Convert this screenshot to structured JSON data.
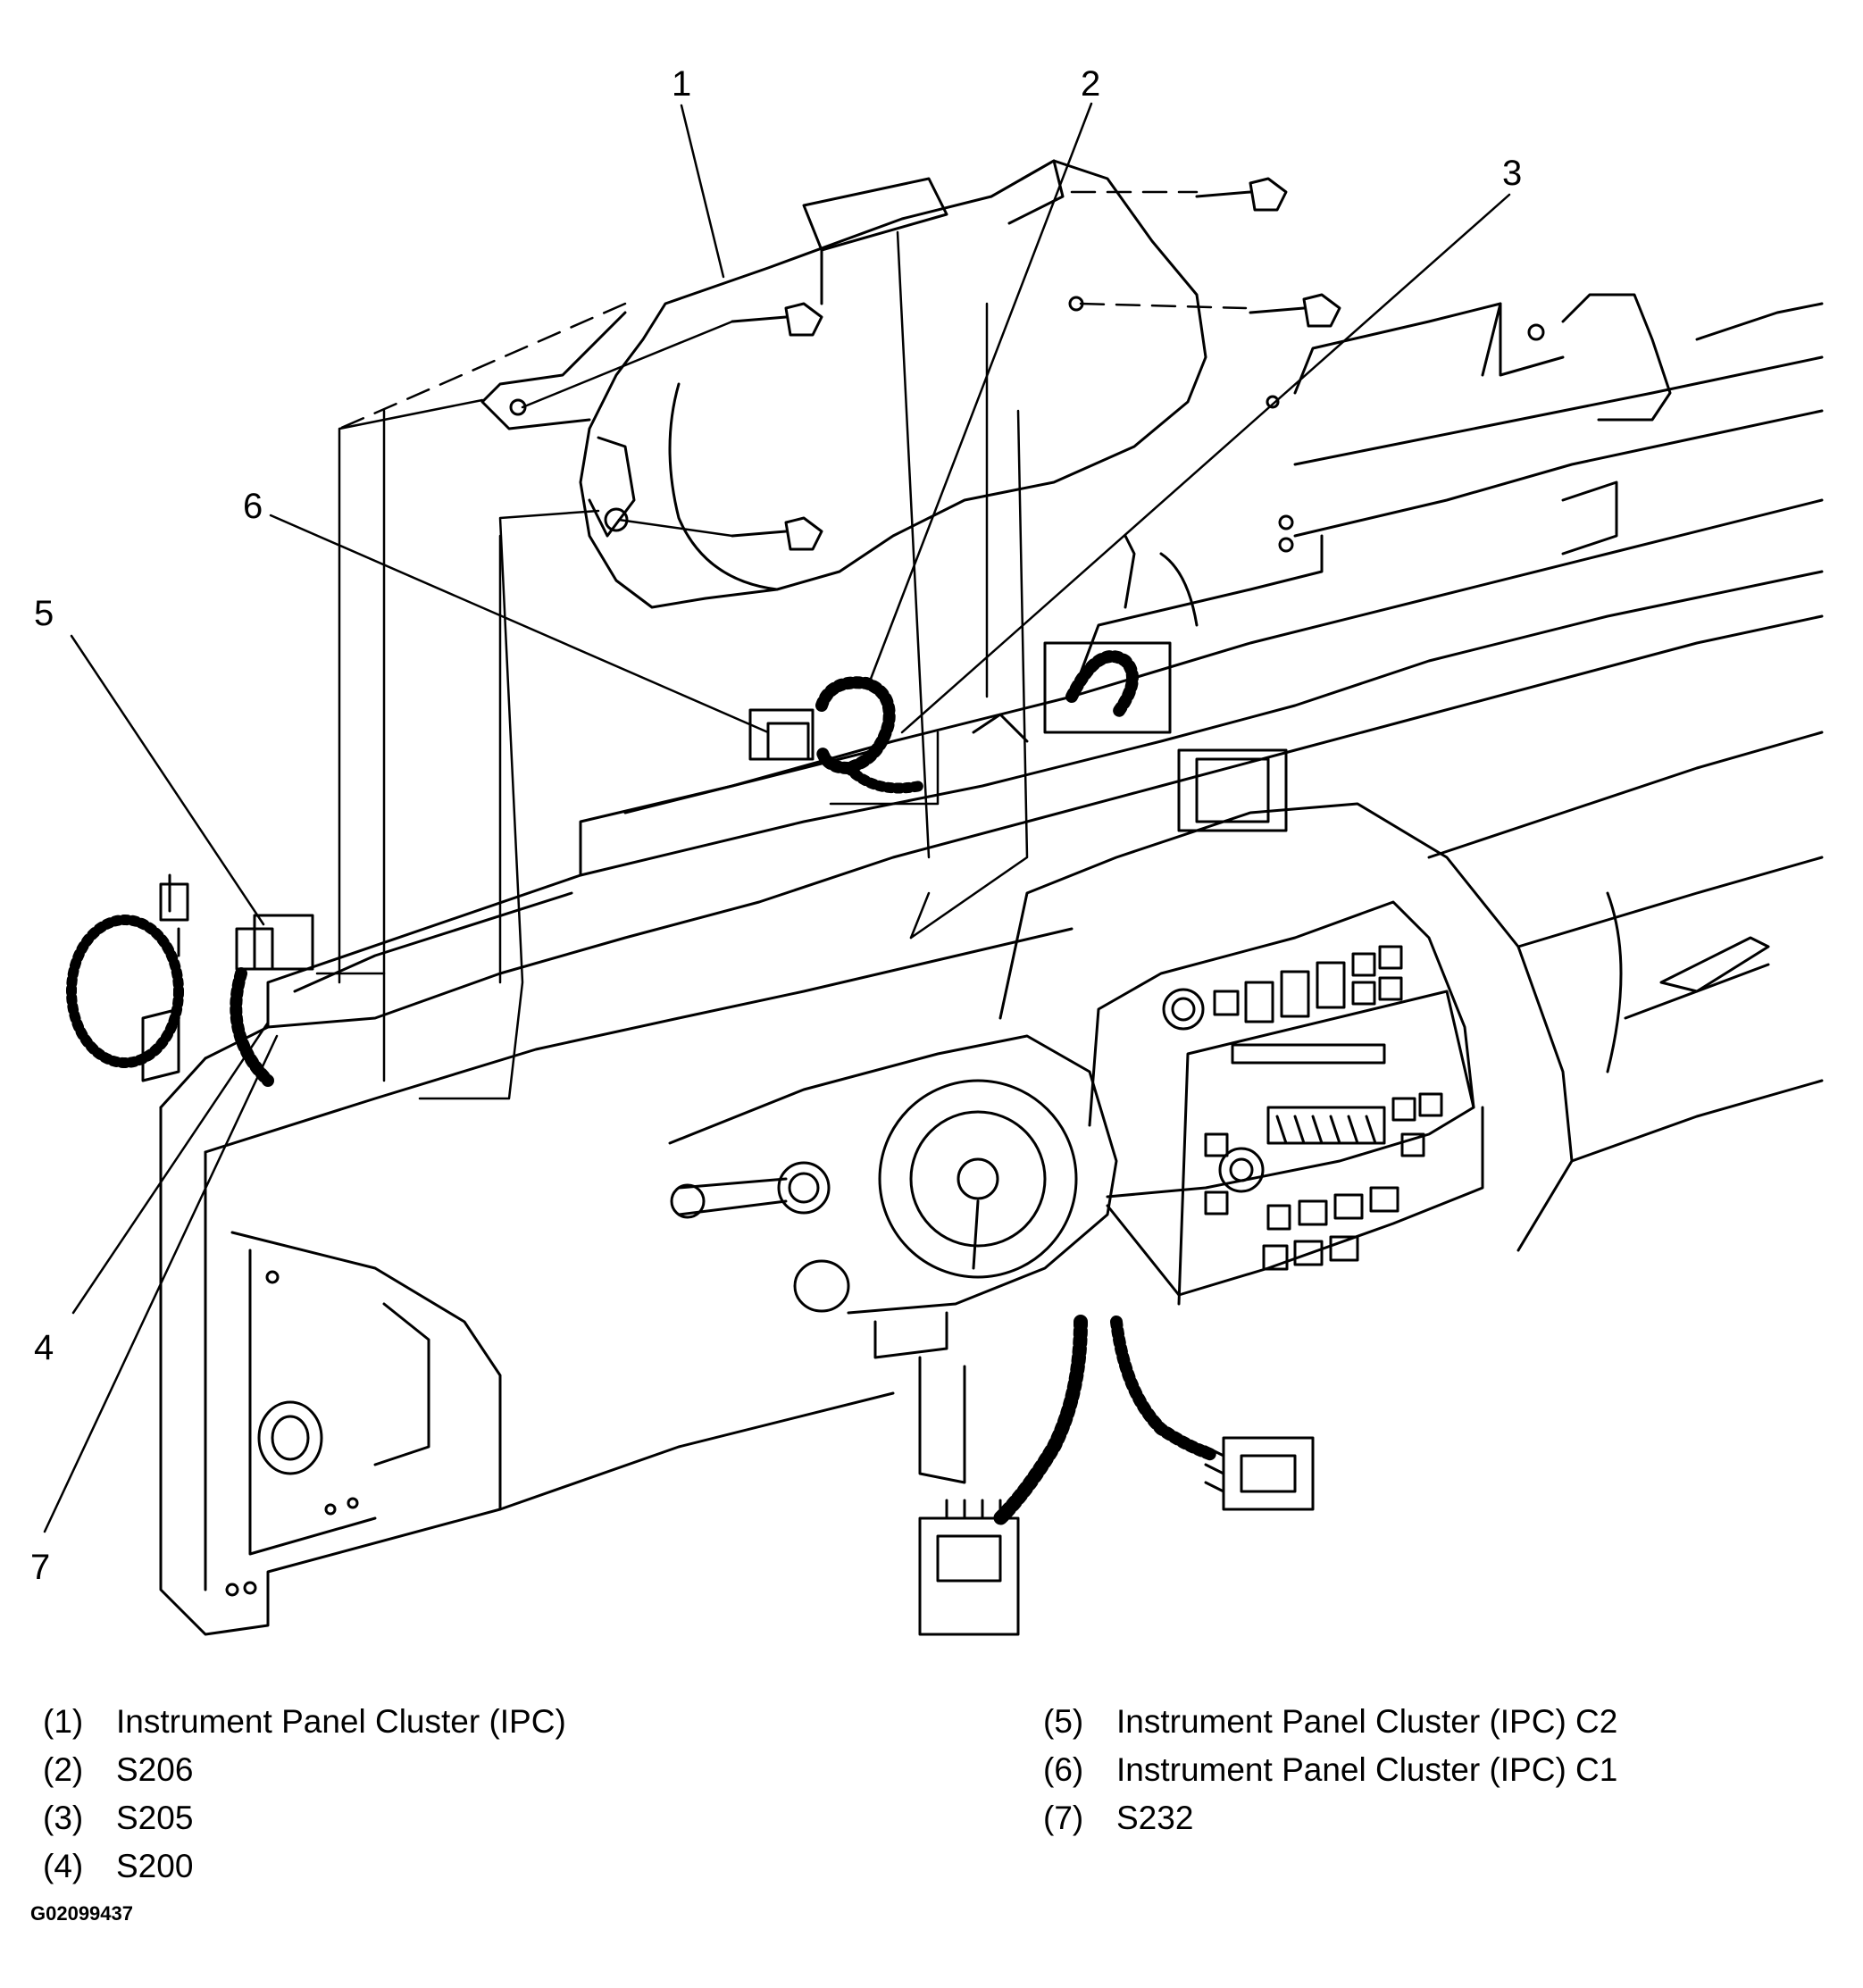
{
  "callouts": [
    {
      "id": "1",
      "label": "1"
    },
    {
      "id": "2",
      "label": "2"
    },
    {
      "id": "3",
      "label": "3"
    },
    {
      "id": "4",
      "label": "4"
    },
    {
      "id": "5",
      "label": "5"
    },
    {
      "id": "6",
      "label": "6"
    },
    {
      "id": "7",
      "label": "7"
    }
  ],
  "legend": {
    "left": [
      {
        "num": "(1)",
        "text": "Instrument Panel Cluster (IPC)"
      },
      {
        "num": "(2)",
        "text": "S206"
      },
      {
        "num": "(3)",
        "text": "S205"
      },
      {
        "num": "(4)",
        "text": "S200"
      }
    ],
    "right": [
      {
        "num": "(5)",
        "text": "Instrument Panel Cluster (IPC) C2"
      },
      {
        "num": "(6)",
        "text": "Instrument Panel Cluster (IPC) C1"
      },
      {
        "num": "(7)",
        "text": "S232"
      }
    ]
  },
  "figure_id": "G02099437"
}
